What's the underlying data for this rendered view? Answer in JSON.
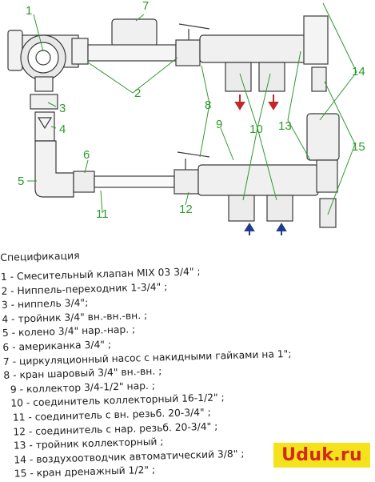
{
  "diagram": {
    "callouts": [
      "1",
      "2",
      "3",
      "4",
      "5",
      "6",
      "7",
      "8",
      "9",
      "10",
      "11",
      "12",
      "13",
      "14",
      "15"
    ]
  },
  "spec": {
    "title": "Спецификация",
    "items": [
      "1 - Смесительный клапан MIX 03 3/4\" ;",
      "2 - Ниппель-переходник 1-3/4\" ;",
      "3 - ниппель 3/4\";",
      "4 - тройник 3/4\" вн.-вн.-вн. ;",
      "5 - колено 3/4\" нар.-нар. ;",
      "6 - американка 3/4\" ;",
      "7 - циркуляционный насос с накидными гайками на 1\";",
      "8 - кран шаровый 3/4\" вн.-вн. ;",
      "9 - коллектор 3/4-1/2\" нар. ;",
      "10 - соединитель коллекторный 16-1/2\" ;",
      "11 - соединитель с вн. резьб. 20-3/4\" ;",
      "12 - соединитель с нар. резьб. 20-3/4\" ;",
      "13 - тройник коллекторный ;",
      "14 - воздухоотводчик автоматический 3/8\" ;",
      "15 - кран дренажный 1/2\" ;"
    ]
  },
  "watermark": {
    "text": "Uduk.ru"
  },
  "colors": {
    "callout": "#2e9a2e",
    "arrow_down": "#c0282a",
    "arrow_up": "#1f3c8c",
    "line": "#3a3a3a"
  }
}
